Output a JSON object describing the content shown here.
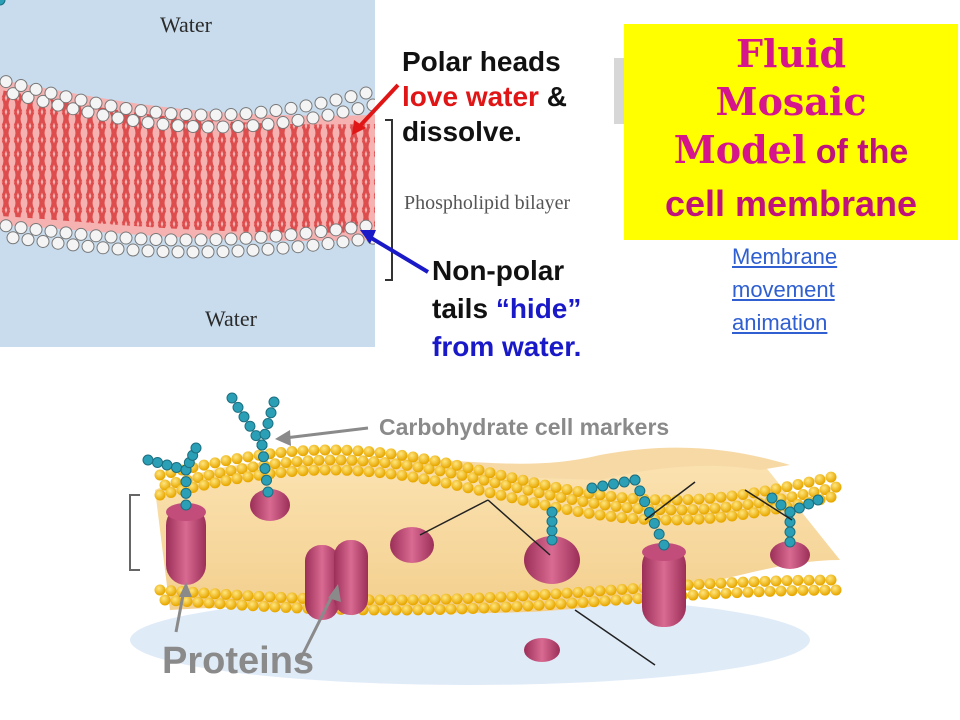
{
  "bilayer_panel": {
    "water_top": "Water",
    "water_bottom": "Water",
    "caption": "Phospholipid bilayer"
  },
  "polar_note": {
    "part1": "Polar heads ",
    "love": "love",
    "space": " ",
    "water": "water",
    "part2": " & dissolve."
  },
  "nonpolar_note": {
    "line1": "Non-polar",
    "line2a": "tails ",
    "hide": "“hide”",
    "line3": "from water."
  },
  "title": {
    "fluid": "Fluid",
    "mosaic": "Mosaic",
    "model": "Model",
    "of_the": " of the",
    "cell_membrane": "cell membrane"
  },
  "animation_link": {
    "line1": "Membrane",
    "line2": "movement",
    "line3": "animation"
  },
  "labels": {
    "carbohydrate": "Carbohydrate cell markers",
    "proteins": "Proteins"
  },
  "colors": {
    "title_bg": "#ffff00",
    "title_text": "#d6158c",
    "red_accent": "#e01616",
    "blue_accent": "#1919c8",
    "link": "#2f5fd0",
    "label_grey": "#8a8a8a"
  }
}
